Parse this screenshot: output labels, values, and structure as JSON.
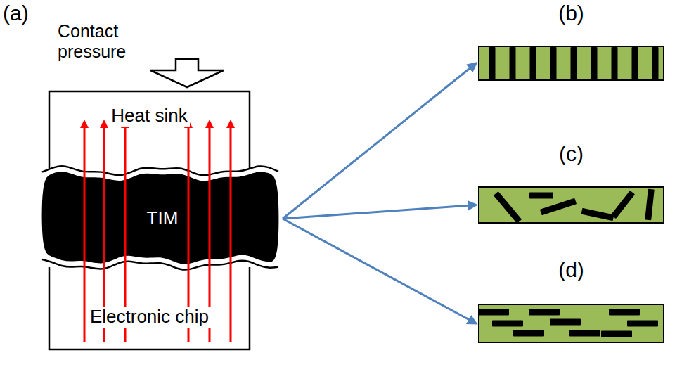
{
  "diagram": {
    "nodes": [
      {
        "text": [
          "Heat sink"
        ]
      },
      {
        "text": [
          "TIM"
        ]
      },
      {
        "text": [
          "Electronic chip"
        ]
      },
      {
        "text": [
          "(b)"
        ]
      },
      {
        "text": [
          "(c)"
        ]
      },
      {
        "text": [
          "(d)"
        ]
      }
    ],
    "edges": [
      {
        "from": 1,
        "to": 3,
        "arrow": "to"
      },
      {
        "from": 1,
        "to": 4,
        "arrow": "to"
      },
      {
        "from": 1,
        "to": 5,
        "arrow": "to"
      }
    ],
    "labels": [
      "(a)",
      "Contact pressure"
    ]
  }
}
